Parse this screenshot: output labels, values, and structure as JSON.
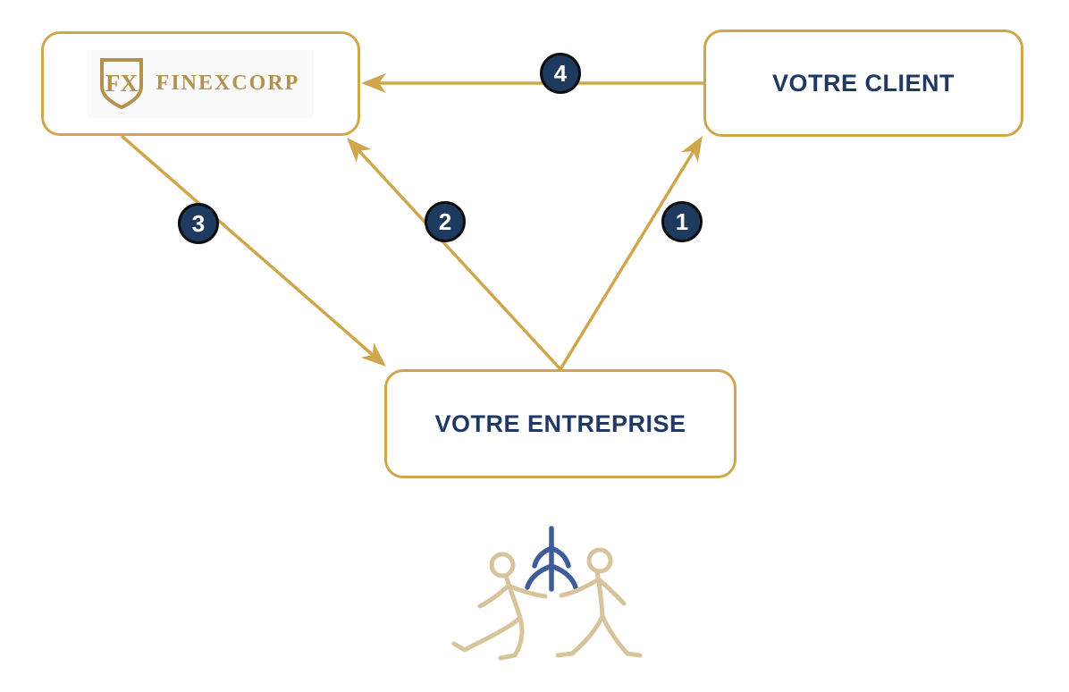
{
  "diagram": {
    "nodes": {
      "finexcorp": {
        "logo_monogram": "FX",
        "logo_text": "FINEXCORP"
      },
      "client": {
        "label": "VOTRE CLIENT"
      },
      "entreprise": {
        "label": "VOTRE ENTREPRISE"
      }
    },
    "badges": [
      {
        "label": "1"
      },
      {
        "label": "2"
      },
      {
        "label": "3"
      },
      {
        "label": "4"
      }
    ],
    "arrows": [
      {
        "id": "1",
        "from": "entreprise",
        "to": "client"
      },
      {
        "id": "2",
        "from": "entreprise",
        "to": "finexcorp"
      },
      {
        "id": "3",
        "from": "finexcorp",
        "to": "entreprise"
      },
      {
        "id": "4",
        "from": "client",
        "to": "finexcorp"
      }
    ],
    "icons": {
      "logo": "shield-icon",
      "illustration": [
        "person-left-icon",
        "plant-branch-icon",
        "person-right-icon"
      ]
    },
    "colors": {
      "gold_line": "#CFA64B",
      "logo_gold": "#B5914E",
      "navy_text": "#1F3864",
      "badge_fill": "#1F3A5F",
      "badge_ring": "#0d0d0d",
      "badge_number": "#ffffff",
      "figure_tan": "#D8C49C",
      "branch_blue": "#3E5C9A",
      "background": "#ffffff"
    }
  }
}
